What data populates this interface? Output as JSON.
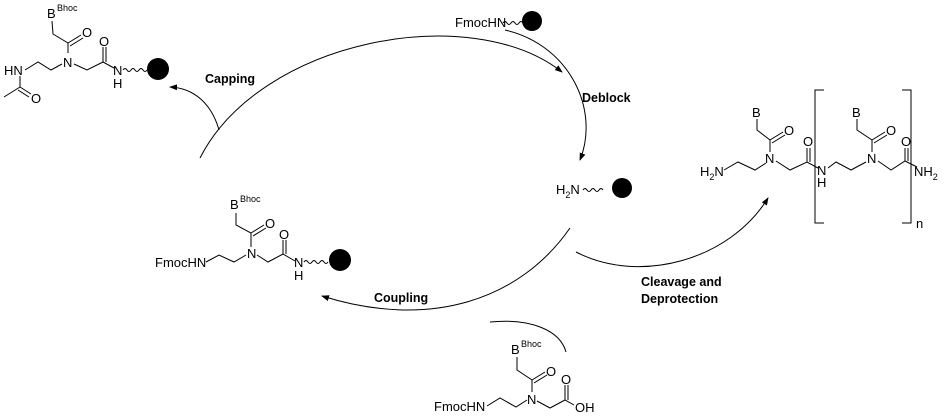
{
  "steps": {
    "capping": "Capping",
    "deblock": "Deblock",
    "cleavage_line1": "Cleavage and",
    "cleavage_line2": "Deprotection",
    "coupling": "Coupling"
  },
  "atoms": {
    "B": "B",
    "Bhoc": "Bhoc",
    "O": "O",
    "N": "N",
    "HN": "HN",
    "NH": "N",
    "H": "H",
    "FmocHN": "FmocHN",
    "H2N": "H",
    "H2N_sub": "2",
    "H2N_N": "N",
    "OH": "OH",
    "NH2": "NH",
    "NH2_sub": "2",
    "n": "n"
  },
  "colors": {
    "ink": "#000000",
    "background": "#ffffff"
  }
}
